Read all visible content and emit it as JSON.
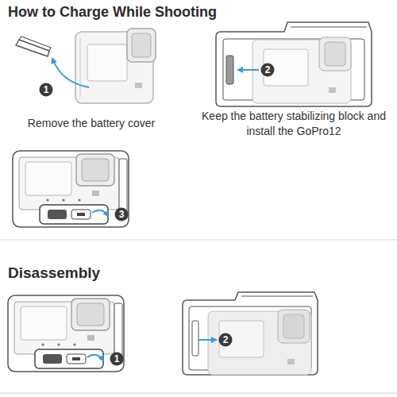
{
  "diagram": {
    "title": "How to Charge While Shooting",
    "nodes": [
      {
        "text": [
          "1"
        ]
      },
      {
        "text": [
          "2"
        ]
      },
      {
        "text": [
          "3"
        ]
      },
      {
        "text": [
          "1"
        ]
      },
      {
        "text": [
          "2"
        ]
      }
    ],
    "labels": [
      "Remove the battery cover",
      "Keep the battery stabilizing block and install the GoPro12",
      "Disassembly"
    ]
  }
}
